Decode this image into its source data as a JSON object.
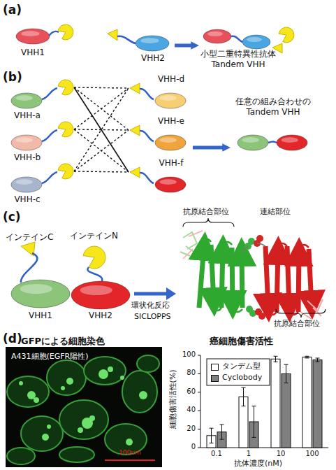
{
  "diagram": {
    "nodes": [
      {
        "text": [
          "VHH1"
        ]
      },
      {
        "text": [
          "VHH2"
        ]
      },
      {
        "text": [
          "小型二重特異性抗体 Tandem VHH"
        ]
      },
      {
        "text": [
          "VHH-a"
        ]
      },
      {
        "text": [
          "VHH-b"
        ]
      },
      {
        "text": [
          "VHH-c"
        ]
      },
      {
        "text": [
          "VHH-d"
        ]
      },
      {
        "text": [
          "VHH-e"
        ]
      },
      {
        "text": [
          "VHH-f"
        ]
      },
      {
        "text": [
          "任意の組み合わせの Tandem VHH"
        ]
      },
      {
        "text": [
          "VHH1"
        ]
      },
      {
        "text": [
          "VHH2"
        ]
      }
    ],
    "edges": [
      {
        "from": 1,
        "to": 2,
        "arrow": "to"
      },
      {
        "from": 3,
        "to": 6,
        "arrow": "none"
      },
      {
        "from": 3,
        "to": 7,
        "arrow": "none"
      },
      {
        "from": 3,
        "to": 8,
        "arrow": "none"
      },
      {
        "from": 4,
        "to": 6,
        "arrow": "none"
      },
      {
        "from": 4,
        "to": 7,
        "arrow": "none"
      },
      {
        "from": 4,
        "to": 8,
        "arrow": "none"
      },
      {
        "from": 5,
        "to": 6,
        "arrow": "none"
      },
      {
        "from": 5,
        "to": 7,
        "arrow": "none"
      },
      {
        "from": 5,
        "to": 8,
        "arrow": "none"
      },
      {
        "from": 7,
        "to": 9,
        "arrow": "to"
      }
    ],
    "labels": [
      "(a)",
      "(b)",
      "(c)",
      "インテインC",
      "インテインN",
      "環状化反応",
      "SICLOPPS",
      "抗原結合部位",
      "連結部位",
      "抗原結合部位",
      "(d)",
      "GFPによる細胞染色",
      "A431細胞(EGFR陽性)",
      "100um",
      "癌細胞傷害活性",
      "細胞傷害活性(%)",
      "100",
      "80",
      "60",
      "40",
      "20",
      "0",
      "0.1",
      "1",
      "10",
      "100",
      "抗体濃度(nM)"
    ],
    "legend": [
      {
        "text": "タンデム型",
        "color": "#ffffff"
      },
      {
        "text": "Cyclobody",
        "color": "#808080"
      }
    ]
  }
}
